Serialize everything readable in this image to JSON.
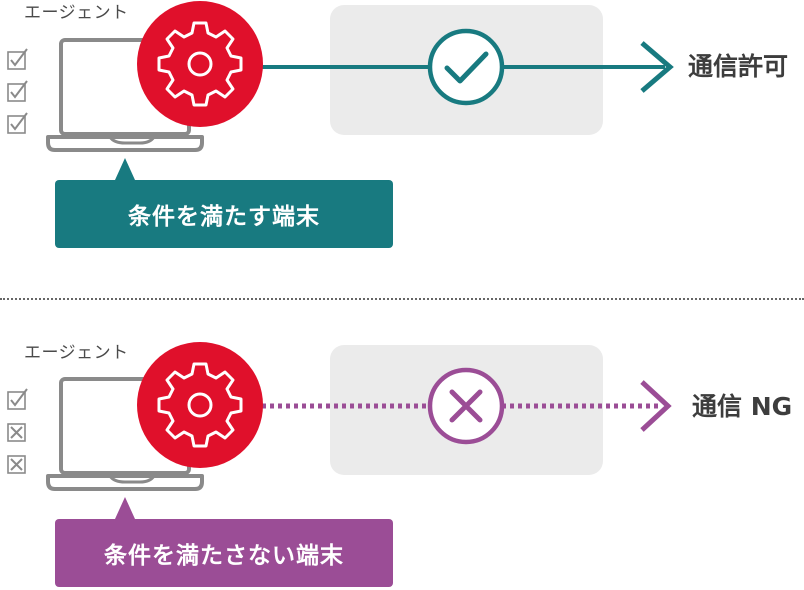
{
  "allowed": {
    "agent_label": "エージェント",
    "callout_text": "条件を満たす端末",
    "result_text": "通信許可",
    "checklist": [
      "check",
      "check",
      "check"
    ],
    "status_icon": "check-circle-icon",
    "connection": "solid"
  },
  "denied": {
    "agent_label": "エージェント",
    "callout_text": "条件を満たさない端末",
    "result_text": "通信 NG",
    "checklist": [
      "check",
      "cross",
      "cross"
    ],
    "status_icon": "x-circle-icon",
    "connection": "dotted"
  },
  "colors": {
    "accent_red": "#e0102b",
    "allowed_teal": "#187a80",
    "denied_purple": "#9b4d96",
    "gateway_gray": "#ebebeb",
    "laptop_gray": "#8a8a8a"
  }
}
